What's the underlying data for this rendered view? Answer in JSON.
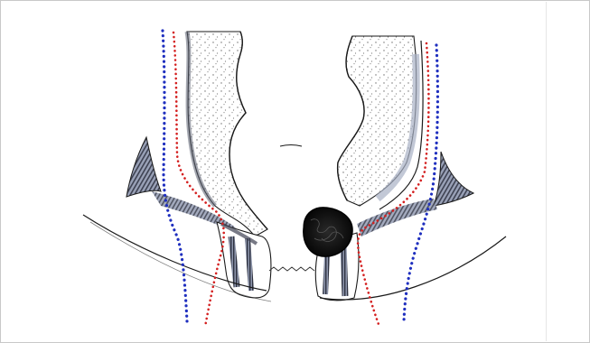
{
  "figure": {
    "labels": [],
    "colors": {
      "ink": "#1a1a1a",
      "shade": "#55596a",
      "shade_light": "#a8b0c4",
      "stipple": "#6d6d6d",
      "tumor": "#111111",
      "blue_line": "#1f2fbf",
      "red_line": "#d42020",
      "frame": "#c9c9c9"
    },
    "elements": {
      "left_wall": "rectal-wall-left",
      "right_wall": "rectal-wall-right",
      "lumen": "rectal-lumen",
      "tumor": "tumor-mass",
      "blue_margins": "resection-margin-blue",
      "red_margins": "resection-margin-red"
    }
  }
}
